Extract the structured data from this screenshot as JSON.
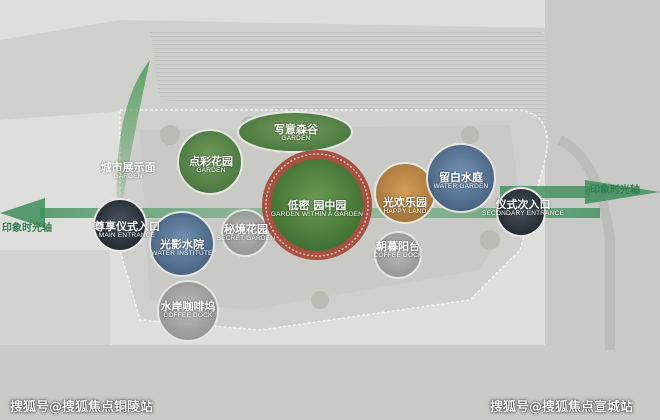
{
  "axis": {
    "left_label": "印象时光轴",
    "right_label": "印象时光轴"
  },
  "zones": [
    {
      "cn": "写意森谷",
      "en": "GARDEN"
    },
    {
      "cn": "点彩花园",
      "en": "GARDEN"
    },
    {
      "cn": "城市展示面",
      "en": "GARDEN"
    },
    {
      "cn": "尊享仪式入口",
      "en": "MAIN ENTRANCE"
    },
    {
      "cn": "光影水院",
      "en": "WATER INSTITUTE"
    },
    {
      "cn": "秘境花园",
      "en": "SECRET GARDEN"
    },
    {
      "cn": "低密 园中园",
      "en": "GARDEN WITHIN A GARDEN"
    },
    {
      "cn": "光欢乐园",
      "en": "HAPPY LAND"
    },
    {
      "cn": "留白水庭",
      "en": "WATER GARDEN"
    },
    {
      "cn": "仪式次入口",
      "en": "SECONDARY ENTRANCE"
    },
    {
      "cn": "朝暮阳台",
      "en": "COFFEE DOCK"
    },
    {
      "cn": "水岸咖啡坞",
      "en": "COFFEE DOCK"
    }
  ],
  "watermarks": {
    "left": "搜狐号@搜狐焦点铜陵站",
    "right": "搜狐号@搜狐焦点宣城站"
  },
  "colors": {
    "axis_green": "#2f7d4e",
    "hub_green": "#4f8a3e",
    "ring_red": "#b8453f",
    "label_white": "#ffffff"
  }
}
